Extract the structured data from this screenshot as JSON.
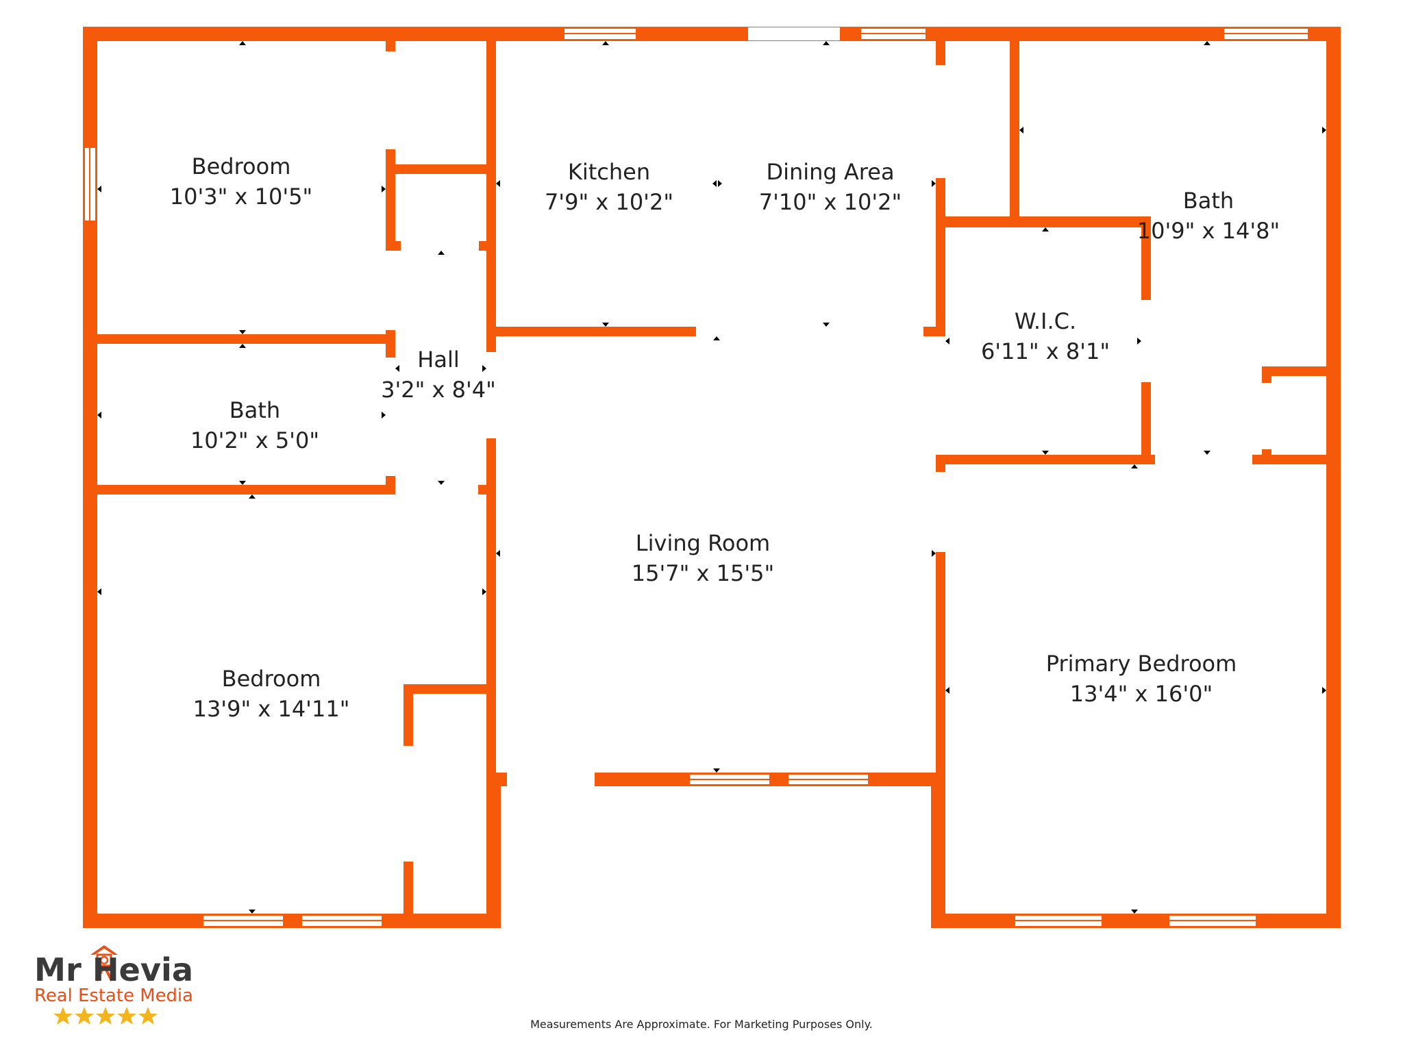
{
  "floorplan": {
    "wall_color": "#F45A0A",
    "rooms": [
      {
        "id": "bedroom-1",
        "name": "Bedroom",
        "size": "10'3\" x 10'5\""
      },
      {
        "id": "bath-1",
        "name": "Bath",
        "size": "10'2\" x 5'0\""
      },
      {
        "id": "hall",
        "name": "Hall",
        "size": "3'2\" x 8'4\""
      },
      {
        "id": "bedroom-2",
        "name": "Bedroom",
        "size": "13'9\" x 14'11\""
      },
      {
        "id": "kitchen",
        "name": "Kitchen",
        "size": "7'9\" x 10'2\""
      },
      {
        "id": "dining",
        "name": "Dining Area",
        "size": "7'10\" x 10'2\""
      },
      {
        "id": "living",
        "name": "Living Room",
        "size": "15'7\" x 15'5\""
      },
      {
        "id": "wic",
        "name": "W.I.C.",
        "size": "6'11\" x 8'1\""
      },
      {
        "id": "bath-2",
        "name": "Bath",
        "size": "10'9\" x 14'8\""
      },
      {
        "id": "primary",
        "name": "Primary Bedroom",
        "size": "13'4\" x 16'0\""
      }
    ]
  },
  "logo": {
    "brand": "Mr Hevia",
    "subtitle": "Real Estate Media",
    "stars": 5,
    "brand_color": "#3a3a3a",
    "accent_color": "#E8501A",
    "star_color": "#F2B51B"
  },
  "footer": {
    "disclaimer": "Measurements Are Approximate. For Marketing Purposes Only."
  }
}
